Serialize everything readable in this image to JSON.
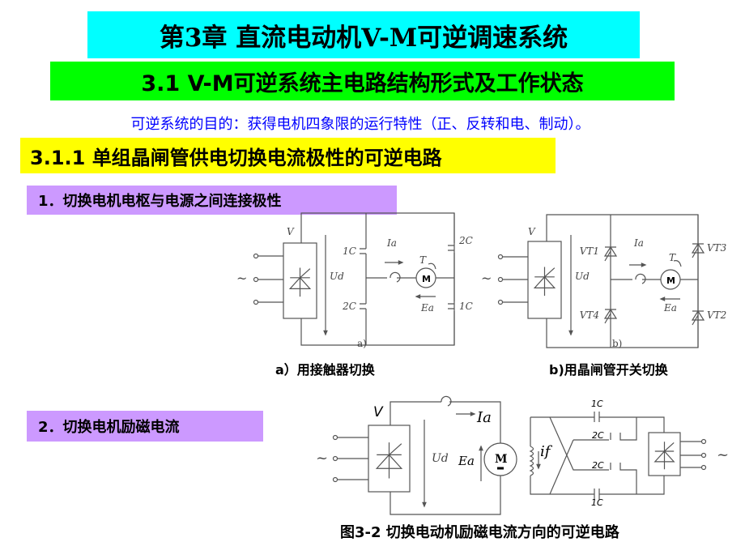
{
  "title": "第3章  直流电动机V-M可逆调速系统",
  "subtitle": "3.1  V-M可逆系统主电路结构形式及工作状态",
  "purpose": "可逆系统的目的：获得电机四象限的运行特性（正、反转和电、制动）。",
  "section": "3.1.1 单组晶闸管供电切换电流极性的可逆电路",
  "item1": "1．切换电机电枢与电源之间连接极性",
  "item2": "2．切换电机励磁电流",
  "diagram_a": {
    "V": "V",
    "Ud": "Ud",
    "Ia": "Ia",
    "T": "T",
    "Ea": "Ea",
    "M": "M",
    "c1_top": "1C",
    "c2_bot": "2C",
    "c2_top": "2C",
    "c1_bot": "1C",
    "ac": "~",
    "label": "a)",
    "caption": "a）用接触器切换"
  },
  "diagram_b": {
    "V": "V",
    "Ud": "Ud",
    "Ia": "Ia",
    "T": "T",
    "Ea": "Ea",
    "M": "M",
    "vt1": "VT1",
    "vt4": "VT4",
    "vt3": "VT3",
    "vt2": "VT2",
    "ac": "~",
    "label": "b)",
    "caption": "b)用晶闸管开关切换"
  },
  "diagram_c": {
    "V": "V",
    "Ud": "Ud",
    "Ia": "Ia",
    "Ea": "Ea",
    "M": "M",
    "if": "if",
    "c1_top": "1C",
    "c1_bot": "1C",
    "c2_top": "2C",
    "c2_bot": "2C",
    "ac_left": "~",
    "ac_right": "~",
    "caption": "图3-2  切换电动机励磁电流方向的可逆电路"
  }
}
